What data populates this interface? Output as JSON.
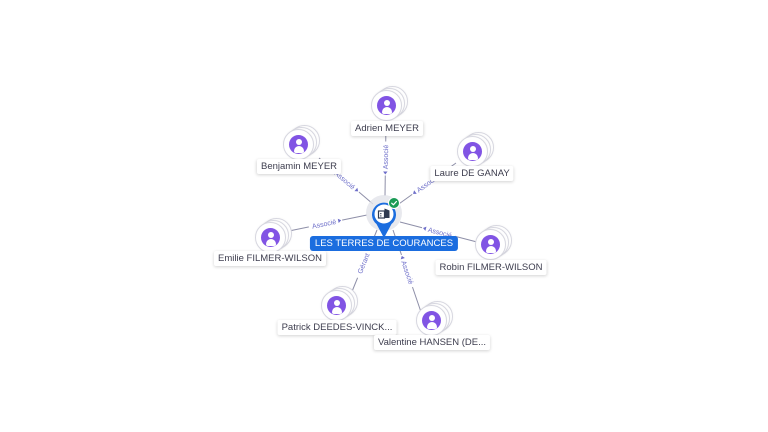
{
  "company": {
    "name": "LES TERRES DE COURANCES",
    "icon": "building-icon",
    "badge_icon": "check-badge-icon",
    "accent_color": "#1b6ddf"
  },
  "people": [
    {
      "id": "adrien",
      "name": "Adrien MEYER",
      "relation": "Associé"
    },
    {
      "id": "benjamin",
      "name": "Benjamin MEYER",
      "relation": "Associé"
    },
    {
      "id": "laure",
      "name": "Laure DE GANAY",
      "relation": "Associé"
    },
    {
      "id": "emilie",
      "name": "Emilie FILMER-WILSON",
      "relation": "Associé"
    },
    {
      "id": "robin",
      "name": "Robin FILMER-WILSON",
      "relation": "Associé"
    },
    {
      "id": "patrick",
      "name": "Patrick DEEDES-VINCK...",
      "relation": "Gérant"
    },
    {
      "id": "valentine",
      "name": "Valentine HANSEN (DE...",
      "relation": "Associé"
    }
  ],
  "colors": {
    "avatar": "#8154e4",
    "edge_label": "#6d6ec9",
    "edge_line": "#8e8fa8"
  }
}
